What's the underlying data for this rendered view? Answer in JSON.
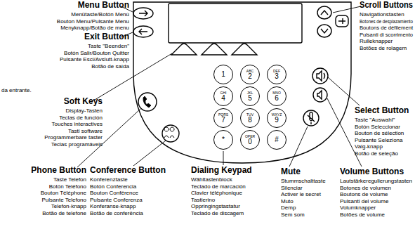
{
  "diagram": {
    "nodes": [
      {
        "text": [
          "1"
        ]
      },
      {
        "text": [
          "ABC",
          "2"
        ]
      },
      {
        "text": [
          "DEF",
          "3"
        ]
      },
      {
        "text": [
          "GHI",
          "4"
        ]
      },
      {
        "text": [
          "JKL",
          "5"
        ]
      },
      {
        "text": [
          "MNO",
          "6"
        ]
      },
      {
        "text": [
          "PQRS",
          "7"
        ]
      },
      {
        "text": [
          "TUV",
          "8"
        ]
      },
      {
        "text": [
          "WXYZ",
          "9"
        ]
      },
      {
        "text": [
          "*"
        ]
      },
      {
        "text": [
          "OPER",
          "0"
        ]
      },
      {
        "text": [
          "#"
        ]
      }
    ],
    "labels": [
      "Menu Button",
      "Menütaste/Botón Menú",
      "Bouton Menu/Pulsante Menu",
      "Menyknapp/Botão de menu",
      "Exit Button",
      "Taste \"Beenden\"",
      "Botón Salir/Bouton Quitter",
      "Pulsante Esci/Avslutt-knapp",
      "Botão de saída",
      "Soft Keys",
      "Display-Tasten",
      "Teclas de función",
      "Touches interactives",
      "Tasti software",
      "Programmerbare taster",
      "Teclas programáveis",
      "Phone Button",
      "Taste Telefon",
      "Botón Teléfono",
      "Bouton Téléphone",
      "Pulsante Telefono",
      "Telefon-knapp",
      "Botão de telefone",
      "Conference Button",
      "Konferenztaste",
      "Botón Conferencia",
      "Bouton Conférence",
      "Pulsante Conferenza",
      "Konferanse-knapp",
      "Botão de conferência",
      "Dialing Keypad",
      "Wähltastenblock",
      "Teclado de marcación",
      "Clavier téléphonique",
      "Tastierino",
      "Oppringingstastatur",
      "Teclado de discagem",
      "Mute",
      "Stummschalttaste",
      "Silenciar",
      "Activer le secret",
      "Muto",
      "Demp",
      "Sem som",
      "Volume Buttons",
      "Lautstärkeregulierungstasten",
      "Botones de volumen",
      "Boutons de volume",
      "Pulsanti del volume",
      "Volumknapper",
      "Botões de volume",
      "Select Button",
      "Taste \"Auswahl\"",
      "Botón Seleccionar",
      "Bouton de sélection",
      "Pulsante Seleziona",
      "Valg-knapp",
      "Botão de seleção",
      "Scroll Buttons",
      "Navigationstasten",
      "Botones de desplazamiento",
      "Boutons de défilement",
      "Pulsanti di scorrimento",
      "Rulleknapper",
      "Botões de rolagem",
      "da entrante."
    ]
  }
}
